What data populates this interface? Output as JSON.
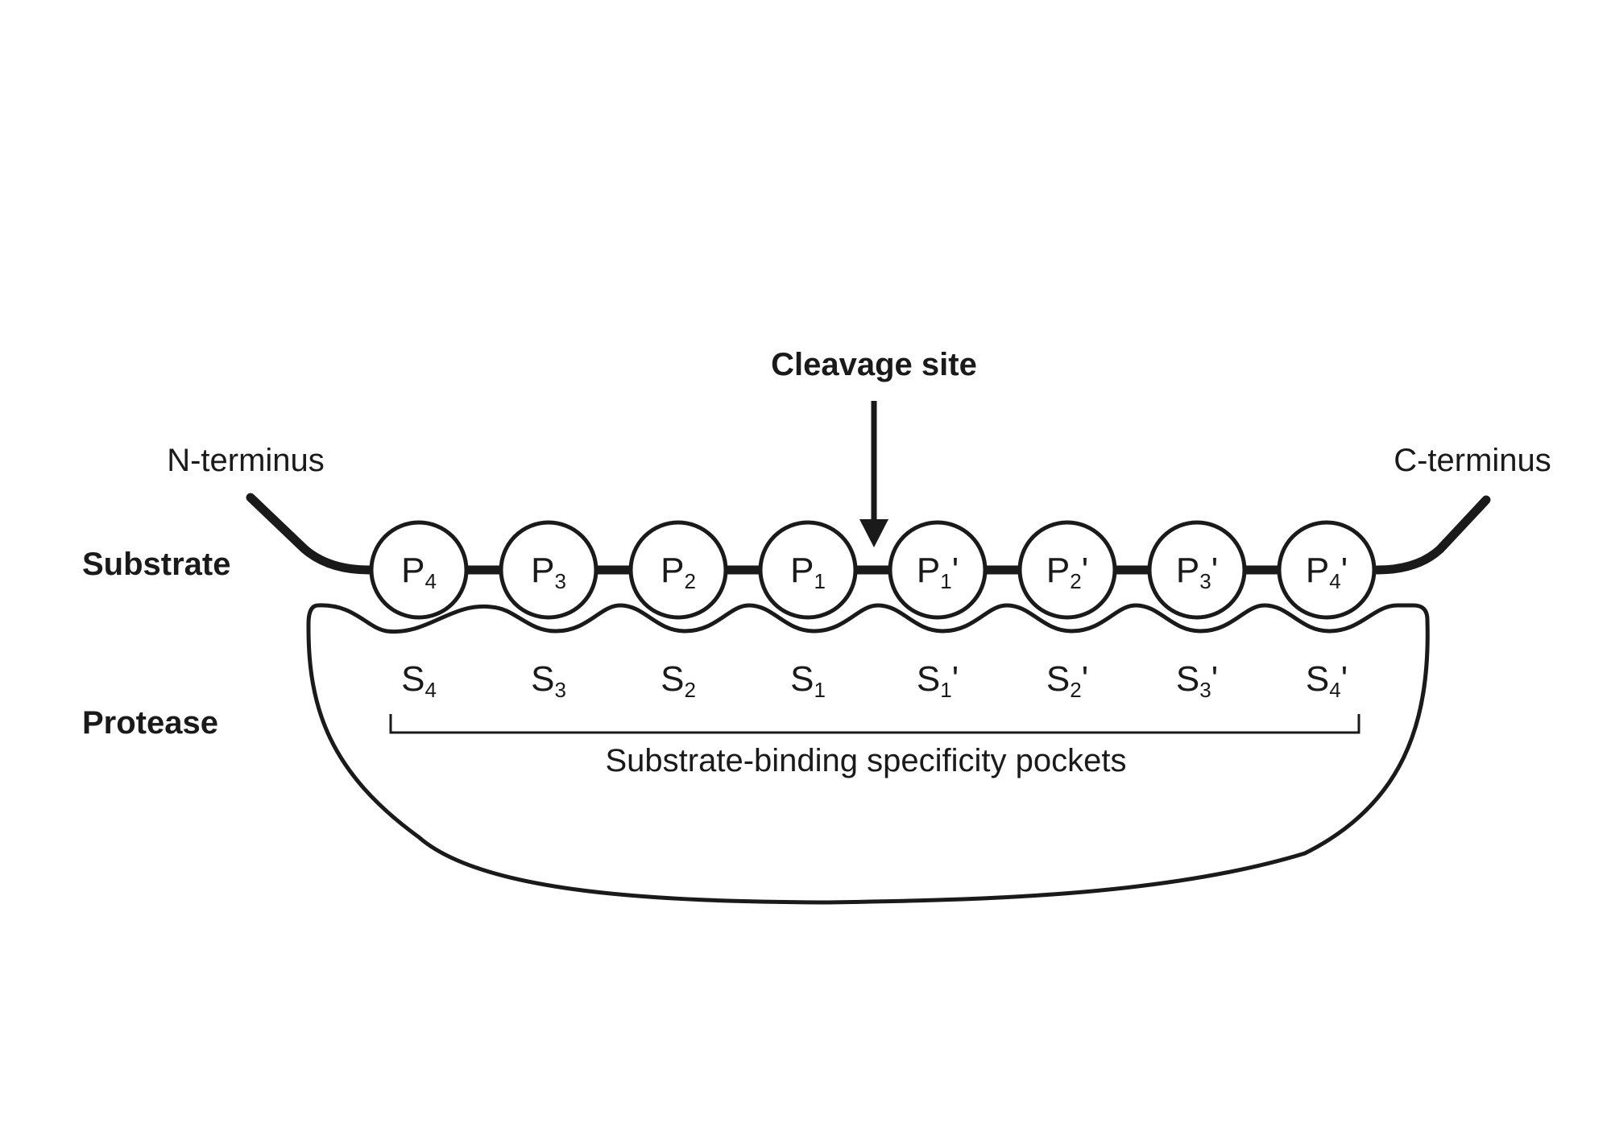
{
  "labels": {
    "cleavage_site": "Cleavage site",
    "n_terminus": "N-terminus",
    "c_terminus": "C-terminus",
    "substrate": "Substrate",
    "protease": "Protease",
    "pockets_caption": "Substrate-binding specificity pockets"
  },
  "residues": [
    {
      "base": "P",
      "sub": "4",
      "prime": ""
    },
    {
      "base": "P",
      "sub": "3",
      "prime": ""
    },
    {
      "base": "P",
      "sub": "2",
      "prime": ""
    },
    {
      "base": "P",
      "sub": "1",
      "prime": ""
    },
    {
      "base": "P",
      "sub": "1",
      "prime": "'"
    },
    {
      "base": "P",
      "sub": "2",
      "prime": "'"
    },
    {
      "base": "P",
      "sub": "3",
      "prime": "'"
    },
    {
      "base": "P",
      "sub": "4",
      "prime": "'"
    }
  ],
  "pockets": [
    {
      "base": "S",
      "sub": "4",
      "prime": ""
    },
    {
      "base": "S",
      "sub": "3",
      "prime": ""
    },
    {
      "base": "S",
      "sub": "2",
      "prime": ""
    },
    {
      "base": "S",
      "sub": "1",
      "prime": ""
    },
    {
      "base": "S",
      "sub": "1",
      "prime": "'"
    },
    {
      "base": "S",
      "sub": "2",
      "prime": "'"
    },
    {
      "base": "S",
      "sub": "3",
      "prime": "'"
    },
    {
      "base": "S",
      "sub": "4",
      "prime": "'"
    }
  ],
  "colors": {
    "ink": "#1a1a1a",
    "background": "#ffffff"
  }
}
